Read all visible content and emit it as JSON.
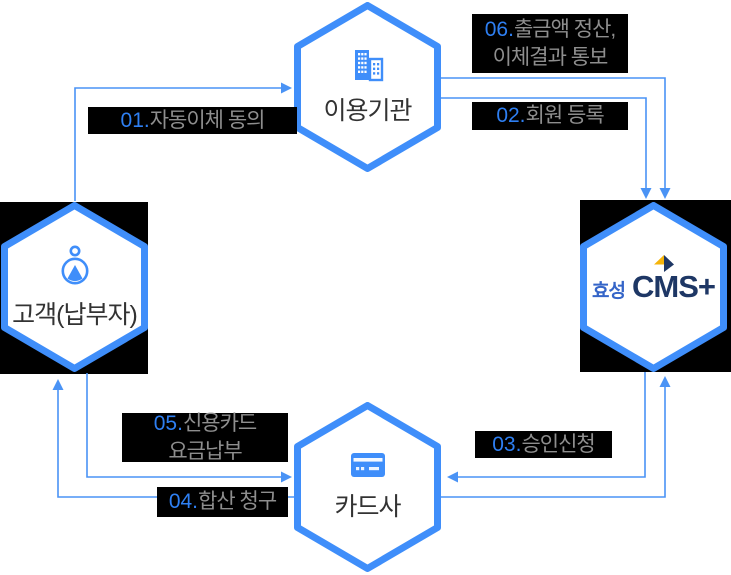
{
  "colors": {
    "hex_border": "#3f8efa",
    "connector_line": "#4a93f5",
    "step_number": "#2e7ff2",
    "step_text": "#8e8e8e",
    "label_background": "#000000",
    "node_text": "#333333",
    "logo_navy": "#1e3765",
    "logo_blue": "#3565c8",
    "logo_yellow": "#f5b40a",
    "icon_blue": "#3f8efa"
  },
  "nodes": {
    "institution": {
      "label": "이용기관",
      "icon": "building-icon"
    },
    "customer": {
      "label": "고객(납부자)",
      "icon": "person-icon"
    },
    "cms": {
      "logo_kr": "효성",
      "logo_en": "CMS+",
      "icon": "hyosung-cms-logo"
    },
    "card": {
      "label": "카드사",
      "icon": "credit-card-icon"
    }
  },
  "steps": [
    {
      "num": "01.",
      "line1": "자동이체 동의"
    },
    {
      "num": "02.",
      "line1": "회원 등록"
    },
    {
      "num": "03.",
      "line1": "승인신청"
    },
    {
      "num": "04.",
      "line1": "합산 청구"
    },
    {
      "num": "05.",
      "line1": "신용카드",
      "line2": "요금납부"
    },
    {
      "num": "06.",
      "line1": "출금액 정산,",
      "line2": "이체결과 통보"
    }
  ]
}
